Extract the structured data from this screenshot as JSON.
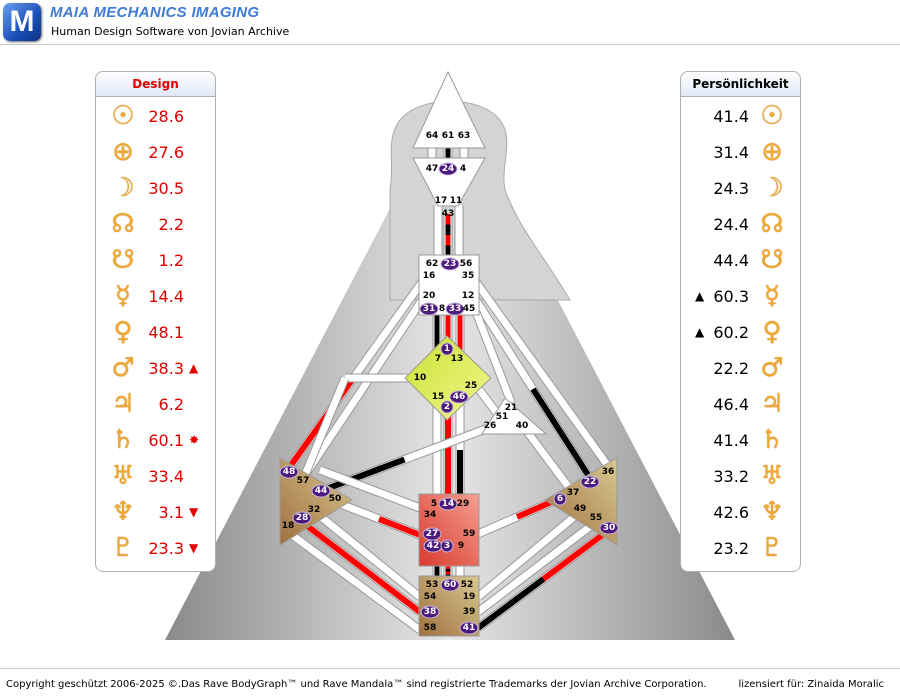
{
  "header": {
    "logo_letter": "M",
    "title": "MAIA MECHANICS IMAGING",
    "subtitle": "Human Design Software von Jovian Archive"
  },
  "design": {
    "title": "Design",
    "rows": [
      {
        "planet": "sun",
        "symbol": "☉",
        "value": "28.6",
        "marker": ""
      },
      {
        "planet": "earth",
        "symbol": "⊕",
        "value": "27.6",
        "marker": ""
      },
      {
        "planet": "moon",
        "symbol": "☽",
        "value": "30.5",
        "marker": ""
      },
      {
        "planet": "north-node",
        "symbol": "☊",
        "value": "2.2",
        "marker": ""
      },
      {
        "planet": "south-node",
        "symbol": "☋",
        "value": "1.2",
        "marker": ""
      },
      {
        "planet": "mercury",
        "symbol": "☿",
        "value": "14.4",
        "marker": ""
      },
      {
        "planet": "venus",
        "symbol": "♀",
        "value": "48.1",
        "marker": ""
      },
      {
        "planet": "mars",
        "symbol": "♂",
        "value": "38.3",
        "marker": "▲"
      },
      {
        "planet": "jupiter",
        "symbol": "♃",
        "value": "6.2",
        "marker": ""
      },
      {
        "planet": "saturn",
        "symbol": "♄",
        "value": "60.1",
        "marker": "✸"
      },
      {
        "planet": "uranus",
        "symbol": "♅",
        "value": "33.4",
        "marker": ""
      },
      {
        "planet": "neptune",
        "symbol": "♆",
        "value": "3.1",
        "marker": "▼"
      },
      {
        "planet": "pluto",
        "symbol": "♇",
        "value": "23.3",
        "marker": "▼"
      }
    ]
  },
  "personality": {
    "title": "Persönlichkeit",
    "rows": [
      {
        "planet": "sun",
        "symbol": "☉",
        "value": "41.4",
        "marker": ""
      },
      {
        "planet": "earth",
        "symbol": "⊕",
        "value": "31.4",
        "marker": ""
      },
      {
        "planet": "moon",
        "symbol": "☽",
        "value": "24.3",
        "marker": ""
      },
      {
        "planet": "north-node",
        "symbol": "☊",
        "value": "24.4",
        "marker": ""
      },
      {
        "planet": "south-node",
        "symbol": "☋",
        "value": "44.4",
        "marker": ""
      },
      {
        "planet": "mercury",
        "symbol": "☿",
        "value": "60.3",
        "marker": "▲"
      },
      {
        "planet": "venus",
        "symbol": "♀",
        "value": "60.2",
        "marker": "▲"
      },
      {
        "planet": "mars",
        "symbol": "♂",
        "value": "22.2",
        "marker": ""
      },
      {
        "planet": "jupiter",
        "symbol": "♃",
        "value": "46.4",
        "marker": ""
      },
      {
        "planet": "saturn",
        "symbol": "♄",
        "value": "41.4",
        "marker": ""
      },
      {
        "planet": "uranus",
        "symbol": "♅",
        "value": "33.2",
        "marker": ""
      },
      {
        "planet": "neptune",
        "symbol": "♆",
        "value": "42.6",
        "marker": ""
      },
      {
        "planet": "pluto",
        "symbol": "♇",
        "value": "23.2",
        "marker": ""
      }
    ]
  },
  "bodygraph": {
    "colors": {
      "design": "#ff0000",
      "personality": "#000000",
      "gate_active": "#4b1a7a",
      "g_center": "#e4f060",
      "sacral": "#e86050",
      "ego": "#ffffff",
      "spleen": "#b08850",
      "solar_plexus": "#b89a60",
      "root": "#b08850",
      "head": "#ffffff",
      "ajna": "#ffffff",
      "throat": "#ffffff"
    },
    "gates": [
      {
        "n": "64",
        "on": false
      },
      {
        "n": "61",
        "on": false
      },
      {
        "n": "63",
        "on": false
      },
      {
        "n": "47",
        "on": false
      },
      {
        "n": "24",
        "on": true
      },
      {
        "n": "4",
        "on": false
      },
      {
        "n": "17",
        "on": false
      },
      {
        "n": "11",
        "on": false
      },
      {
        "n": "43",
        "on": false
      },
      {
        "n": "62",
        "on": false
      },
      {
        "n": "23",
        "on": true
      },
      {
        "n": "56",
        "on": false
      },
      {
        "n": "16",
        "on": false
      },
      {
        "n": "35",
        "on": false
      },
      {
        "n": "20",
        "on": false
      },
      {
        "n": "12",
        "on": false
      },
      {
        "n": "31",
        "on": true
      },
      {
        "n": "8",
        "on": false
      },
      {
        "n": "33",
        "on": true
      },
      {
        "n": "45",
        "on": false
      },
      {
        "n": "1",
        "on": true
      },
      {
        "n": "7",
        "on": false
      },
      {
        "n": "13",
        "on": false
      },
      {
        "n": "10",
        "on": false
      },
      {
        "n": "25",
        "on": false
      },
      {
        "n": "15",
        "on": false
      },
      {
        "n": "46",
        "on": true
      },
      {
        "n": "2",
        "on": true
      },
      {
        "n": "21",
        "on": false
      },
      {
        "n": "51",
        "on": false
      },
      {
        "n": "26",
        "on": false
      },
      {
        "n": "40",
        "on": false
      },
      {
        "n": "48",
        "on": true
      },
      {
        "n": "57",
        "on": false
      },
      {
        "n": "44",
        "on": true
      },
      {
        "n": "50",
        "on": false
      },
      {
        "n": "32",
        "on": false
      },
      {
        "n": "28",
        "on": true
      },
      {
        "n": "18",
        "on": false
      },
      {
        "n": "36",
        "on": false
      },
      {
        "n": "22",
        "on": true
      },
      {
        "n": "37",
        "on": false
      },
      {
        "n": "6",
        "on": true
      },
      {
        "n": "49",
        "on": false
      },
      {
        "n": "55",
        "on": false
      },
      {
        "n": "30",
        "on": true
      },
      {
        "n": "5",
        "on": false
      },
      {
        "n": "14",
        "on": true
      },
      {
        "n": "29",
        "on": false
      },
      {
        "n": "34",
        "on": false
      },
      {
        "n": "27",
        "on": true
      },
      {
        "n": "59",
        "on": false
      },
      {
        "n": "42",
        "on": true
      },
      {
        "n": "3",
        "on": true
      },
      {
        "n": "9",
        "on": false
      },
      {
        "n": "53",
        "on": false
      },
      {
        "n": "60",
        "on": true
      },
      {
        "n": "52",
        "on": false
      },
      {
        "n": "54",
        "on": false
      },
      {
        "n": "19",
        "on": false
      },
      {
        "n": "38",
        "on": true
      },
      {
        "n": "39",
        "on": false
      },
      {
        "n": "58",
        "on": false
      },
      {
        "n": "41",
        "on": true
      }
    ],
    "channels": [
      {
        "id": "61-24",
        "activation": "personality"
      },
      {
        "id": "43-23",
        "activation": "both"
      },
      {
        "id": "31-7",
        "activation": "personality"
      },
      {
        "id": "8-1",
        "activation": "design"
      },
      {
        "id": "33-13",
        "activation": "design"
      },
      {
        "id": "2-14",
        "activation": "design"
      },
      {
        "id": "46-29",
        "activation": "personality"
      },
      {
        "id": "16-48",
        "activation": "design"
      },
      {
        "id": "12-22",
        "activation": "personality"
      },
      {
        "id": "26-44",
        "activation": "personality"
      },
      {
        "id": "50-27",
        "activation": "design"
      },
      {
        "id": "59-6",
        "activation": "design"
      },
      {
        "id": "28-38",
        "activation": "design"
      },
      {
        "id": "30-41",
        "activation": "both"
      },
      {
        "id": "42-53",
        "activation": "personality"
      },
      {
        "id": "3-60",
        "activation": "both"
      }
    ]
  },
  "footer": {
    "copyright": "Copyright geschützt 2006-2025 ©.Das Rave BodyGraph™ und Rave Mandala™ sind registrierte Trademarks der Jovian Archive Corporation.",
    "license": "lizensiert für: Zinaida Moralic"
  }
}
